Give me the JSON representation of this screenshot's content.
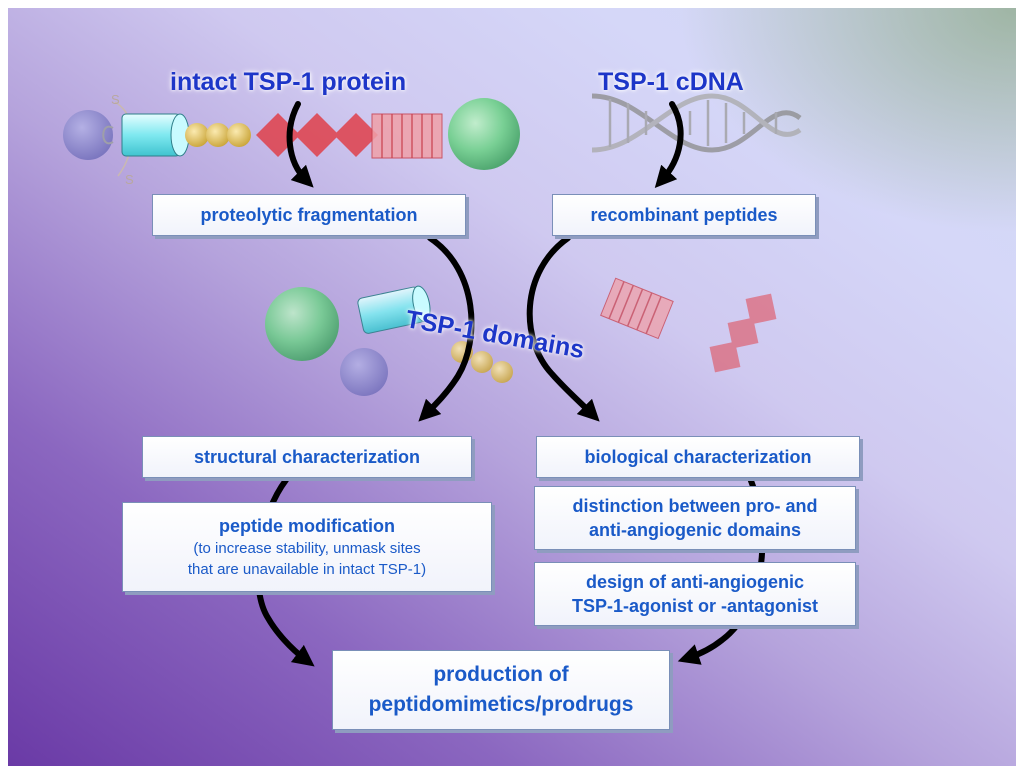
{
  "sources": {
    "protein": "intact TSP-1 protein",
    "cdna": "TSP-1 cDNA"
  },
  "domains_label": "TSP-1 domains",
  "steps": {
    "proteolytic": "proteolytic fragmentation",
    "recombinant": "recombinant peptides",
    "structural": "structural characterization",
    "biological": "biological characterization",
    "modification_title": "peptide modification",
    "modification_note_line1": "(to increase stability, unmask sites",
    "modification_note_line2": "that are unavailable in intact TSP-1)",
    "distinction_line1": "distinction between pro- and",
    "distinction_line2": "anti-angiogenic domains",
    "design_line1": "design of anti-angiogenic",
    "design_line2": "TSP-1-agonist or -antagonist",
    "production_line1": "production of",
    "production_line2": "peptidomimetics/prodrugs"
  },
  "protein_labels": {
    "s_top": "S",
    "s_bottom": "S"
  },
  "colors": {
    "heading": "#1d36c8",
    "box_text": "#1a5ac8",
    "arrow": "#000000",
    "green_sphere": "#5fc37a",
    "purple_sphere": "#7a78c0",
    "cylinder": "#6fe0e6",
    "beads": "#d7b94a",
    "diamonds": "#e0404a",
    "repeats": "#e06a76"
  }
}
